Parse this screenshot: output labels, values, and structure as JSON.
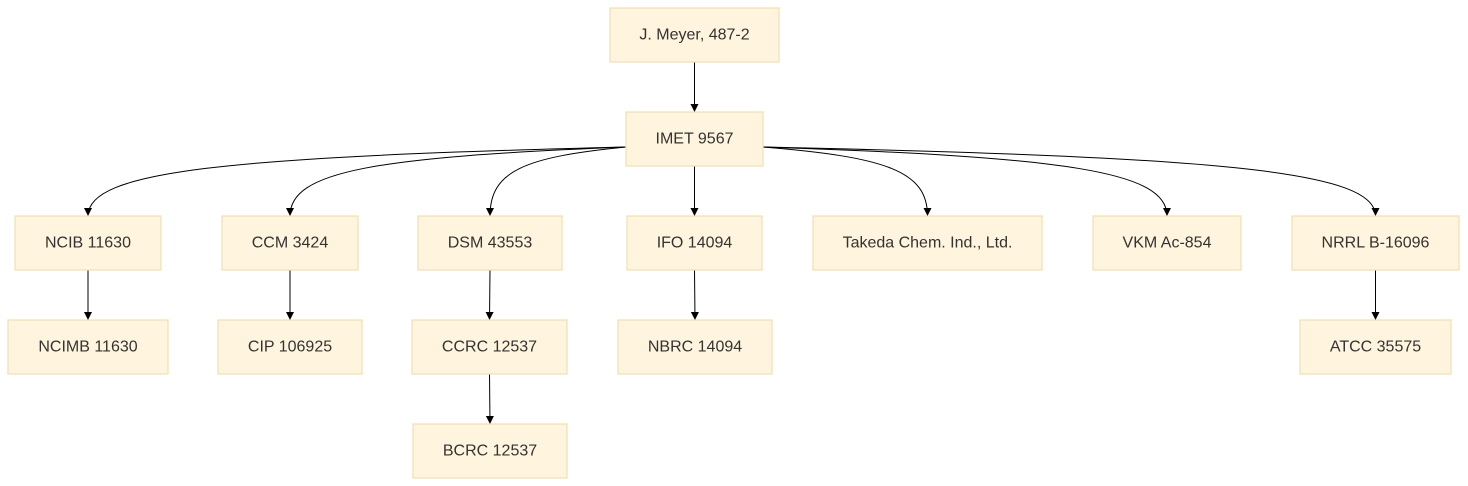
{
  "diagram": {
    "type": "tree",
    "colors": {
      "node_fill": "#fff4dd",
      "node_stroke": "#f0dfb0",
      "edge": "#000000",
      "text": "#333333"
    },
    "nodes": [
      {
        "id": "n-meyer",
        "label": "J. Meyer, 487-2"
      },
      {
        "id": "n-imet",
        "label": "IMET 9567"
      },
      {
        "id": "n-ncib",
        "label": "NCIB 11630"
      },
      {
        "id": "n-ccm",
        "label": "CCM 3424"
      },
      {
        "id": "n-dsm",
        "label": "DSM 43553"
      },
      {
        "id": "n-ifo",
        "label": "IFO 14094"
      },
      {
        "id": "n-takeda",
        "label": "Takeda Chem. Ind., Ltd."
      },
      {
        "id": "n-vkm",
        "label": "VKM Ac-854"
      },
      {
        "id": "n-nrrl",
        "label": "NRRL B-16096"
      },
      {
        "id": "n-ncimb",
        "label": "NCIMB 11630"
      },
      {
        "id": "n-cip",
        "label": "CIP 106925"
      },
      {
        "id": "n-ccrc",
        "label": "CCRC 12537"
      },
      {
        "id": "n-nbrc",
        "label": "NBRC 14094"
      },
      {
        "id": "n-atcc",
        "label": "ATCC 35575"
      },
      {
        "id": "n-bcrc",
        "label": "BCRC 12537"
      }
    ],
    "edges": [
      {
        "from": "n-meyer",
        "to": "n-imet"
      },
      {
        "from": "n-imet",
        "to": "n-ncib"
      },
      {
        "from": "n-imet",
        "to": "n-ccm"
      },
      {
        "from": "n-imet",
        "to": "n-dsm"
      },
      {
        "from": "n-imet",
        "to": "n-ifo"
      },
      {
        "from": "n-imet",
        "to": "n-takeda"
      },
      {
        "from": "n-imet",
        "to": "n-vkm"
      },
      {
        "from": "n-imet",
        "to": "n-nrrl"
      },
      {
        "from": "n-ncib",
        "to": "n-ncimb"
      },
      {
        "from": "n-ccm",
        "to": "n-cip"
      },
      {
        "from": "n-dsm",
        "to": "n-ccrc"
      },
      {
        "from": "n-ifo",
        "to": "n-nbrc"
      },
      {
        "from": "n-nrrl",
        "to": "n-atcc"
      },
      {
        "from": "n-ccrc",
        "to": "n-bcrc"
      }
    ]
  }
}
